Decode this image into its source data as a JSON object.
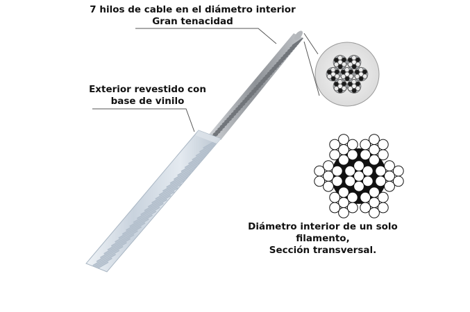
{
  "labels": {
    "inner_strands_line1": "7 hilos de cable en el diámetro interior",
    "inner_strands_line2": "Gran tenacidad",
    "coating_line1": "Exterior revestido con",
    "coating_line2": "base de vinilo",
    "cross_section_line1": "Diámetro interior de un solo",
    "cross_section_line2": "filamento,",
    "cross_section_line3": "Sección transversal."
  },
  "colors": {
    "background": "#ffffff",
    "text": "#111111",
    "steel": "#9a9ea3",
    "coating": "#cfd8e2",
    "strand_dark": "#111111"
  }
}
